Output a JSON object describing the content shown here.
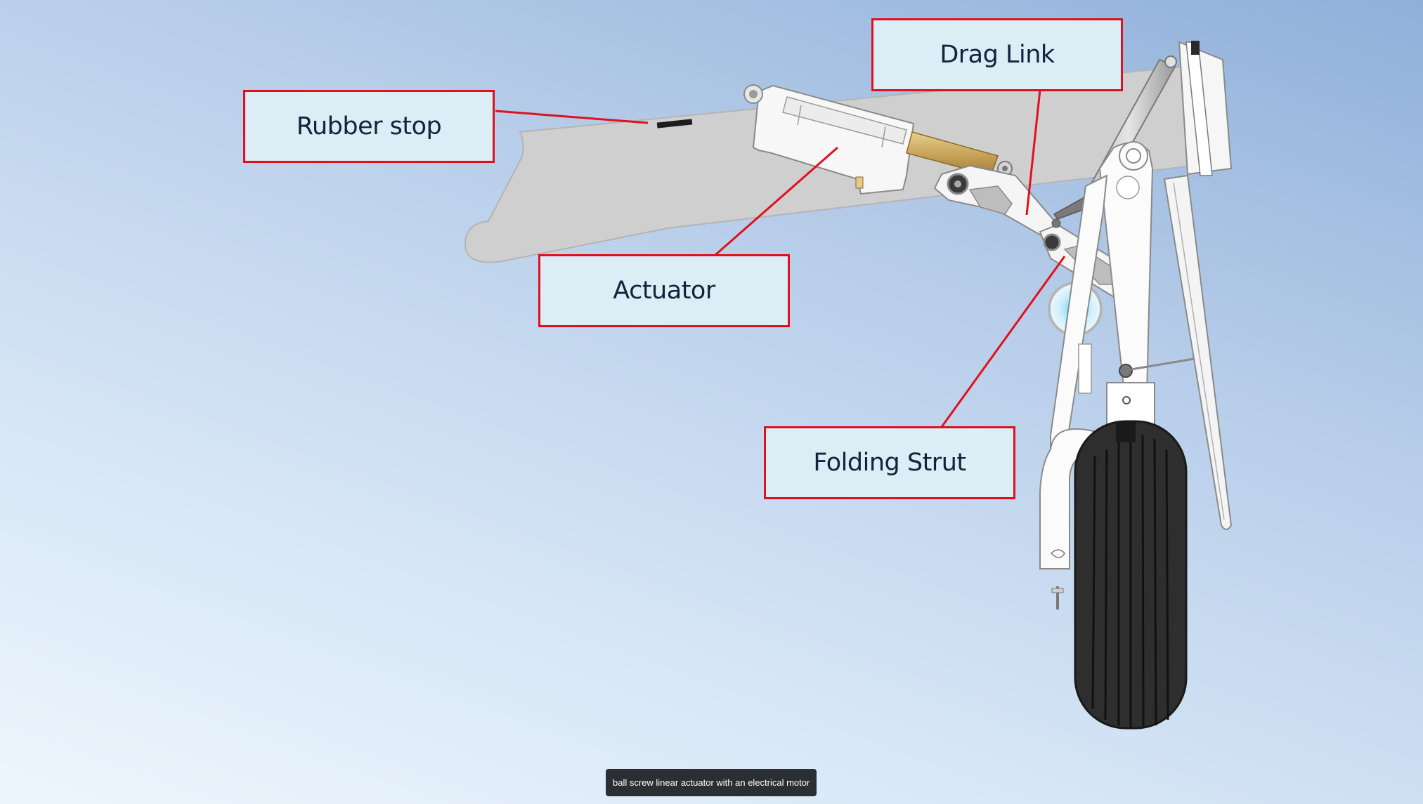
{
  "labels": {
    "rubber_stop": "Rubber stop",
    "drag_link": "Drag Link",
    "actuator": "Actuator",
    "folding_strut": "Folding Strut"
  },
  "caption": "ball screw linear actuator with an electrical motor",
  "colors": {
    "callout_border": "#e0101e",
    "callout_fill": "#dbeef5",
    "callout_text": "#10243e",
    "beam": "#cfcfcf",
    "tire": "#2e2e2e",
    "actuator_rod": "#c9a55a",
    "caption_bg": "#2b2f33"
  }
}
